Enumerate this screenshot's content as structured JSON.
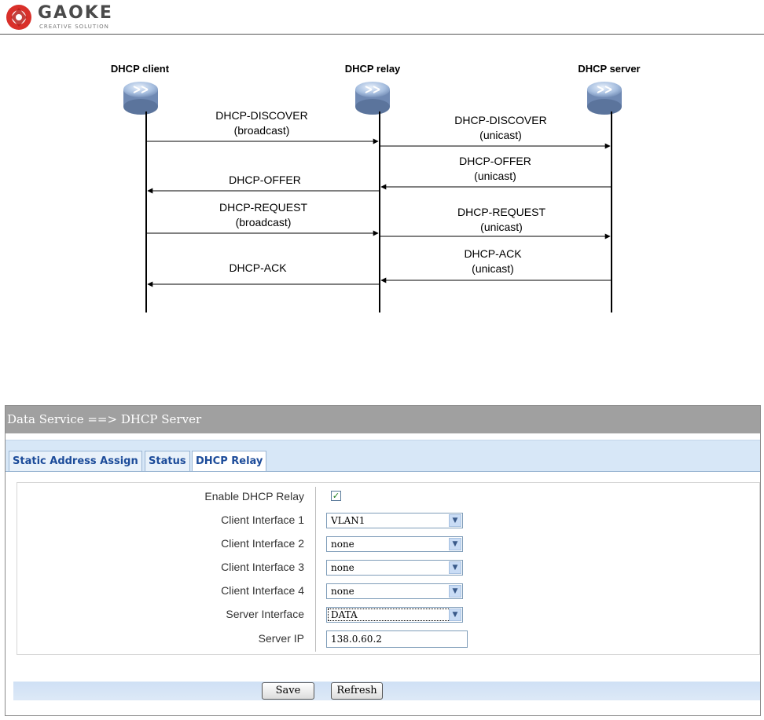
{
  "header": {
    "brand": "GAOKE",
    "tagline": "CREATIVE SOLUTION"
  },
  "diagram": {
    "nodes": [
      "DHCP client",
      "DHCP relay",
      "DHCP server"
    ],
    "messages": {
      "m1_left_1": "DHCP-DISCOVER",
      "m1_left_2": "(broadcast)",
      "m1_right_1": "DHCP-DISCOVER",
      "m1_right_2": "(unicast)",
      "m2_right_1": "DHCP-OFFER",
      "m2_right_2": "(unicast)",
      "m2_left_1": "DHCP-OFFER",
      "m3_left_1": "DHCP-REQUEST",
      "m3_left_2": "(broadcast)",
      "m3_right_1": "DHCP-REQUEST",
      "m3_right_2": "(unicast)",
      "m4_right_1": "DHCP-ACK",
      "m4_right_2": "(unicast)",
      "m4_left_1": "DHCP-ACK"
    }
  },
  "window": {
    "title": "Data Service ==> DHCP Server"
  },
  "tabs": [
    {
      "label": "Static Address Assign"
    },
    {
      "label": "Status"
    },
    {
      "label": "DHCP Relay"
    }
  ],
  "form": {
    "enable_label": "Enable DHCP Relay",
    "enable_checked": true,
    "check_mark": "✓",
    "client1_label": "Client Interface 1",
    "client1_value": "VLAN1",
    "client2_label": "Client Interface 2",
    "client2_value": "none",
    "client3_label": "Client Interface 3",
    "client3_value": "none",
    "client4_label": "Client Interface 4",
    "client4_value": "none",
    "server_iface_label": "Server Interface",
    "server_iface_value": "DATA",
    "server_ip_label": "Server IP",
    "server_ip_value": "138.0.60.2"
  },
  "buttons": {
    "save": "Save",
    "refresh": "Refresh"
  },
  "colors": {
    "titlebar": "#a0a0a0",
    "tab_text": "#1d4c9a",
    "tabstrip": "#d7e7f7",
    "logo_red": "#d9302a"
  }
}
